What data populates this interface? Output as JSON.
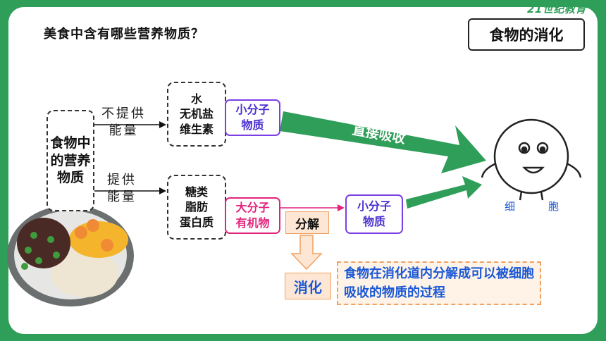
{
  "question": "美食中含有哪些营养物质？",
  "title": "食物的消化",
  "logo": "21世纪教育",
  "food_nutrients": "食物中的营养物质",
  "no_energy_label_1": "不提供",
  "no_energy_label_2": "能量",
  "energy_label_1": "提供",
  "energy_label_2": "能量",
  "group_no_energy": [
    "水",
    "无机盐",
    "维生素"
  ],
  "group_energy": [
    "糖类",
    "脂肪",
    "蛋白质"
  ],
  "small_molecule_1": [
    "小分子",
    "物质"
  ],
  "large_molecule": [
    "大分子",
    "有机物"
  ],
  "decompose": "分解",
  "small_molecule_2": [
    "小分子",
    "物质"
  ],
  "direct_absorb": "直接吸收",
  "cell_labels": [
    "细",
    "胞"
  ],
  "digestion": "消化",
  "definition": "食物在消化道内分解成可以被细胞吸收的物质的过程",
  "colors": {
    "bg_green": "#2e9e58",
    "arrow_green": "#2e9e58",
    "purple": "#7b3fe4",
    "magenta": "#e2237d",
    "orange": "#f0a060",
    "blue": "#1a57d6"
  }
}
